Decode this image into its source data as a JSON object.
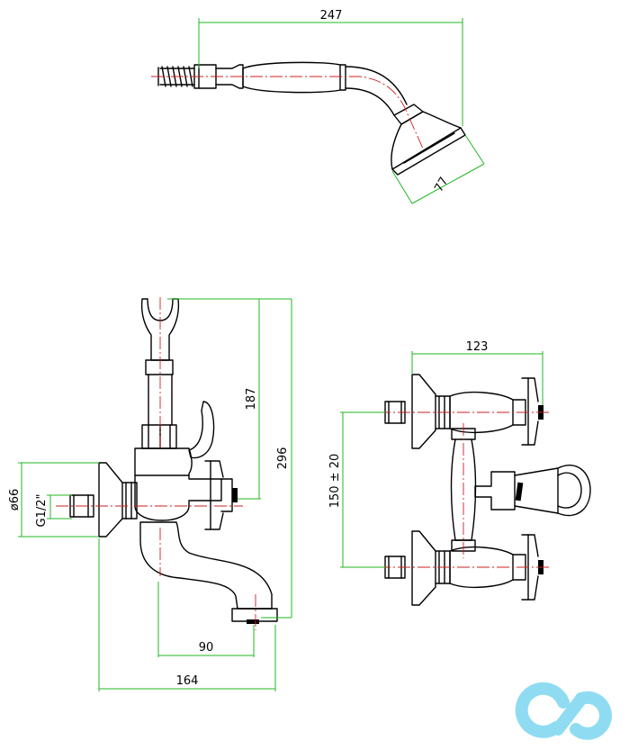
{
  "dimensions": {
    "shower_length": "247",
    "shower_head_diameter": "77",
    "holder_height": "187",
    "total_height": "296",
    "flange_diameter": "ø66",
    "thread": "G1/2\"",
    "spout_offset": "90",
    "total_depth": "164",
    "width": "123",
    "center_distance": "150 ± 20"
  },
  "colors": {
    "outline": "#000000",
    "centerline": "#cc1f1f",
    "dimension": "#22b722",
    "logo": "#8fdcf2"
  },
  "logo": {
    "icon": "cd-logo-icon"
  }
}
